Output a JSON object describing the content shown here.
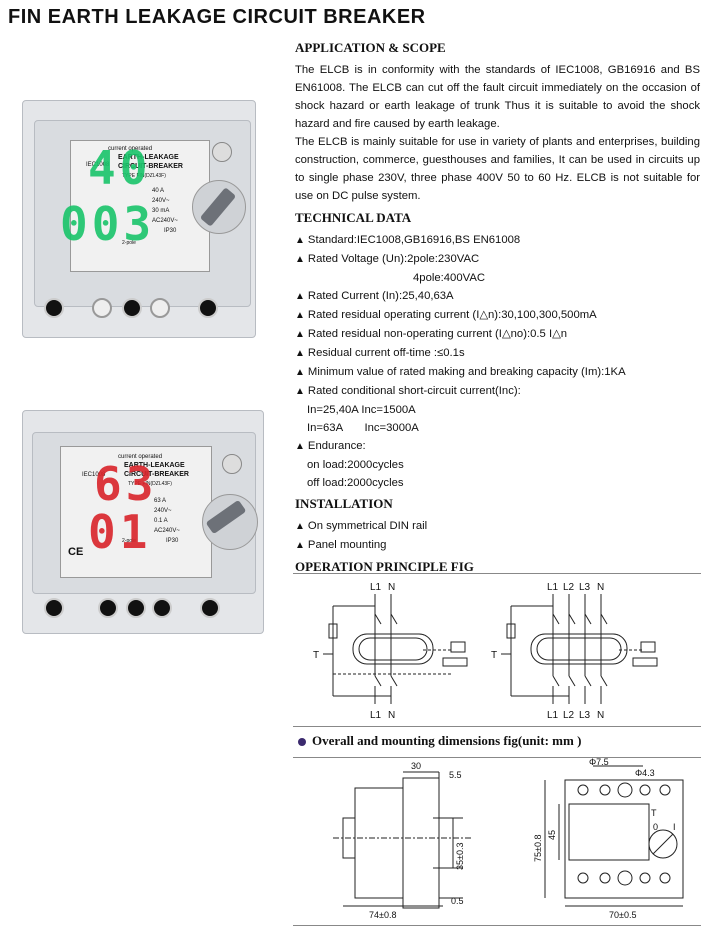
{
  "title": "FIN EARTH LEAKAGE CIRCUIT BREAKER",
  "application": {
    "heading": "APPLICATION & SCOPE",
    "para1": "The ELCB is in conformity with the standards of IEC1008, GB16916 and BS EN61008. The ELCB can cut off the fault circuit immediately on the occasion of shock hazard or earth leakage of trunk Thus it is suitable to avoid the shock hazard and fire caused by earth leakage.",
    "para2": "The ELCB is mainly suitable for use in variety of plants and enterprises, building construction, commerce, guesthouses and families, It can be used in circuits up to single phase 230V, three phase 400V 50 to 60 Hz. ELCB is not suitable for use on DC pulse system."
  },
  "technical": {
    "heading": "TECHNICAL DATA",
    "items": [
      "Standard:IEC1008,GB16916,BS EN61008",
      "Rated Voltage (Un):2pole:230VAC",
      "4pole:400VAC",
      "Rated Current (In):25,40,63A",
      "Rated residual operating current (I△n):30,100,300,500mA",
      "Rated residual non-operating current (I△no):0.5 I△n",
      "Residual current off-time :≤0.1s",
      "Minimum value of rated making and breaking capacity (Im):1KA",
      "Rated conditional  short-circuit current(Inc):",
      "In=25,40A  Inc=1500A",
      "In=63A       Inc=3000A",
      "Endurance:",
      "on load:2000cycles",
      "off load:2000cycles"
    ]
  },
  "installation": {
    "heading": "INSTALLATION",
    "items": [
      "On symmetrical DIN rail",
      "Panel mounting"
    ]
  },
  "operation": {
    "heading": "OPERATION PRINCIPLE FIG",
    "fig1_top": [
      "L1",
      "N"
    ],
    "fig1_bottom": [
      "L1",
      "N"
    ],
    "fig2_top": [
      "L1",
      "L2",
      "L3",
      "N"
    ],
    "fig2_bottom": [
      "L1",
      "L2",
      "L3",
      "N"
    ],
    "test_label": "T"
  },
  "dimensions": {
    "heading": "Overall and mounting dimensions fig(unit: mm )",
    "side": {
      "d30": "30",
      "d55": "5.5",
      "d35": "35±0.3",
      "d74": "74±0.8",
      "d05": "0.5"
    },
    "front": {
      "phi75": "Φ7.5",
      "phi43": "Φ4.3",
      "d75": "75±0.8",
      "d45": "45",
      "d70": "70±0.5",
      "t": "T",
      "o": "0",
      "i": "I"
    }
  },
  "product1": {
    "brand_line1": "current operated",
    "brand_line2": "EARTH-LEAKAGE",
    "brand_line3": "CIRCUIT-BREAKER",
    "type": "TYPE FIN(DZL43F)",
    "std": "IEC1008",
    "ratings": [
      "40 A",
      "240V~",
      "30 mA",
      "AC240V~",
      "IP30"
    ],
    "poles": "2-pole",
    "overlay_top": "40",
    "overlay_bottom": "003",
    "overlay_color": "#19c46a"
  },
  "product2": {
    "brand_line1": "current operated",
    "brand_line2": "EARTH-LEAKAGE",
    "brand_line3": "CIRCUIT-BREAKER",
    "type": "TYPE FIN(DZL43F)",
    "std": "IEC1008",
    "ratings": [
      "63 A",
      "240V~",
      "0.1 A",
      "AC240V~",
      "IP30"
    ],
    "poles": "2-pole",
    "ce": "CE",
    "overlay_top": "63",
    "overlay_bottom": "01",
    "overlay_color": "#d9232a"
  },
  "colors": {
    "text": "#111111",
    "rule": "#888888"
  }
}
